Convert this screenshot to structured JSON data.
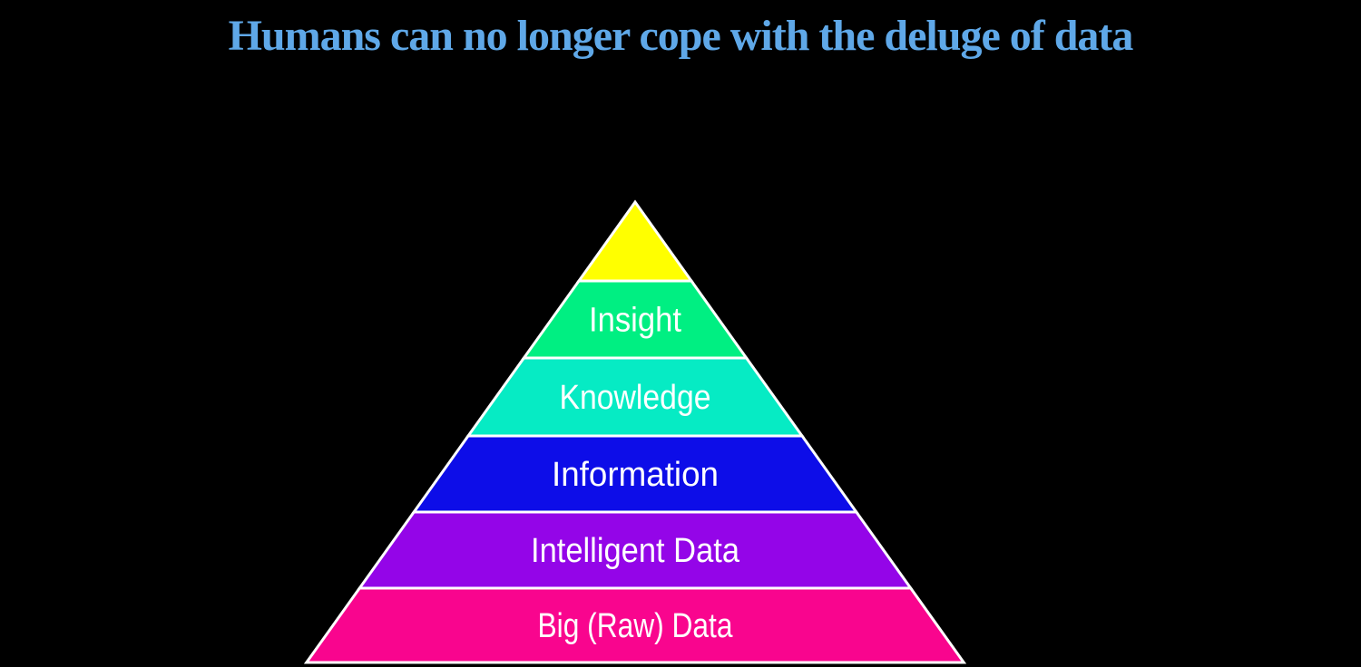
{
  "background_color": "#000000",
  "title": {
    "text": "Humans can no longer cope with the deluge of data",
    "color": "#5FA8E8"
  },
  "pyramid": {
    "border_color": "#FFFFFF",
    "label_color": "#FFFFFF",
    "layers": [
      {
        "id": "apex",
        "label": "",
        "color": "#FFFF00"
      },
      {
        "id": "insight",
        "label": "Insight",
        "color": "#00EF82"
      },
      {
        "id": "knowledge",
        "label": "Knowledge",
        "color": "#06EBC4"
      },
      {
        "id": "information",
        "label": "Information",
        "color": "#0D0DE8"
      },
      {
        "id": "intelligent-data",
        "label": "Intelligent Data",
        "color": "#9405E8"
      },
      {
        "id": "big-raw-data",
        "label": "Big (Raw) Data",
        "color": "#F9058E"
      }
    ]
  }
}
